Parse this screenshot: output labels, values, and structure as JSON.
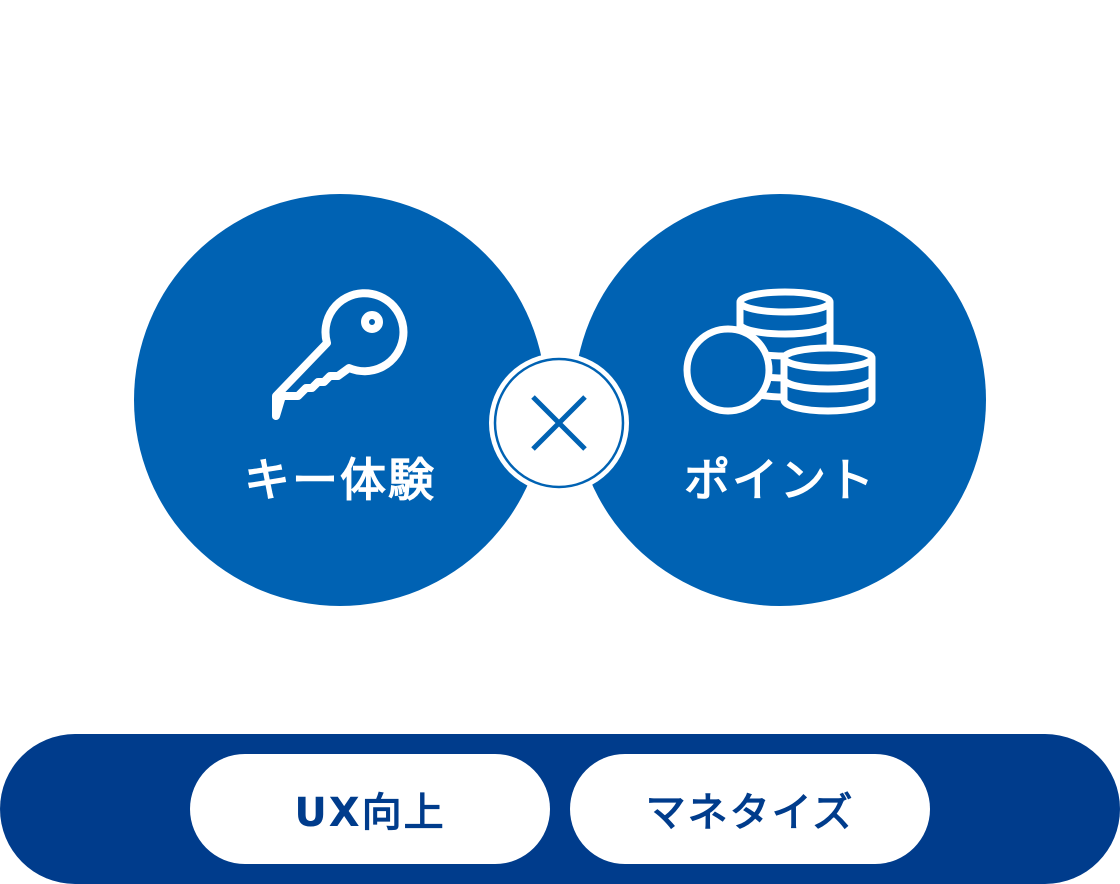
{
  "left": {
    "label": "キー体験",
    "icon": "key-icon"
  },
  "right": {
    "label": "ポイント",
    "icon": "coins-icon"
  },
  "operator": {
    "icon": "multiply-icon"
  },
  "outcomes": [
    {
      "label": "UX向上"
    },
    {
      "label": "マネタイズ"
    }
  ],
  "colors": {
    "primary": "#0062b3",
    "dark": "#003c8c"
  }
}
